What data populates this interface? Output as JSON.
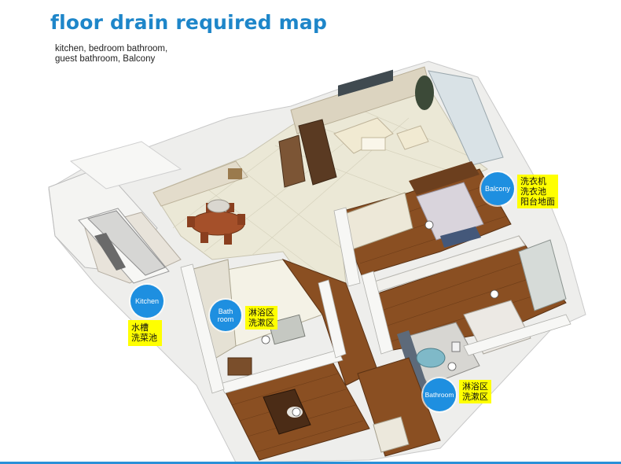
{
  "header": {
    "title": "floor drain required map",
    "subtitle_lines": [
      "kitchen, bedroom bathroom,",
      "guest bathroom, Balcony"
    ]
  },
  "markers": {
    "balcony": {
      "label": "Balcony",
      "note_lines": [
        "洗衣机",
        "洗衣池",
        "阳台地面"
      ]
    },
    "kitchen": {
      "label": "Kitchen",
      "note_lines": [
        "水槽",
        "洗菜池"
      ]
    },
    "bathroom_guest": {
      "label_lines": [
        "Bath",
        "room"
      ],
      "note_lines": [
        "淋浴区",
        "洗漱区"
      ]
    },
    "bathroom_master": {
      "label": "Bathroom",
      "note_lines": [
        "淋浴区",
        "洗漱区"
      ]
    }
  },
  "colors": {
    "accent": "#1e86c9",
    "marker": "#1e8fe0",
    "note_bg": "#ffff00",
    "wood_floor": "#8a4f22",
    "tile_floor": "#ebe8d6",
    "wall": "#f2f2f0"
  }
}
